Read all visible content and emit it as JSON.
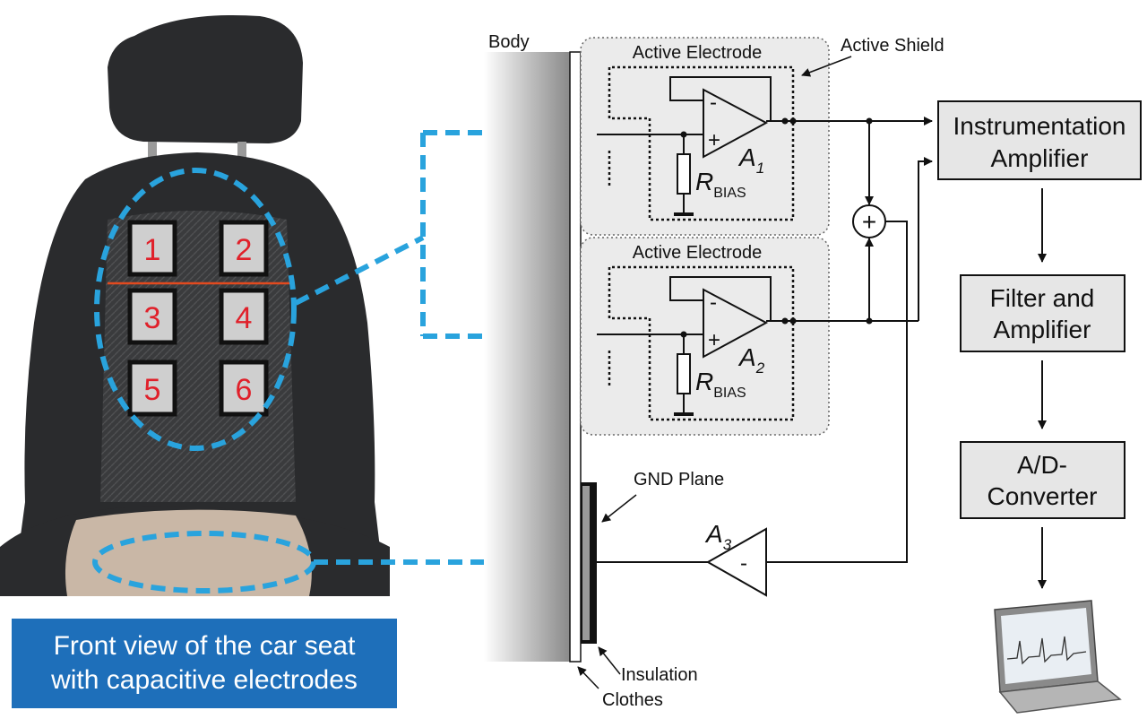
{
  "colors": {
    "accent_blue": "#29a3dd",
    "caption_bg": "#1e6fba",
    "seat_fabric": "#2a2b2d",
    "seat_cover": "#c9b7a6",
    "panel_bg": "#e8e8e8",
    "box_bg": "#e6e6e6",
    "electrode_number": "#e0202a"
  },
  "seat": {
    "electrode_numbers": [
      "1",
      "2",
      "3",
      "4",
      "5",
      "6"
    ]
  },
  "caption": {
    "line1": "Front view of the car seat",
    "line2": "with capacitive electrodes"
  },
  "labels": {
    "body": "Body",
    "active_shield": "Active Shield",
    "active_electrode_1": "Active Electrode",
    "active_electrode_2": "Active Electrode",
    "gnd_plane": "GND Plane",
    "insulation": "Insulation",
    "clothes": "Clothes"
  },
  "components": {
    "opamp1": {
      "name": "A",
      "sub": "1",
      "minus": "-",
      "plus": "+"
    },
    "opamp2": {
      "name": "A",
      "sub": "2",
      "minus": "-",
      "plus": "+"
    },
    "opamp3": {
      "name": "A",
      "sub": "3",
      "minus": "-"
    },
    "rbias1": {
      "name": "R",
      "sub": "BIAS"
    },
    "rbias2": {
      "name": "R",
      "sub": "BIAS"
    },
    "summer": {
      "symbol": "+"
    }
  },
  "blocks": {
    "inst_amp": {
      "line1": "Instrumentation",
      "line2": "Amplifier"
    },
    "filter_amp": {
      "line1": "Filter and",
      "line2": "Amplifier"
    },
    "adc": {
      "line1": "A/D-",
      "line2": "Converter"
    }
  },
  "icons": [
    "laptop-icon",
    "arrow-icon"
  ]
}
